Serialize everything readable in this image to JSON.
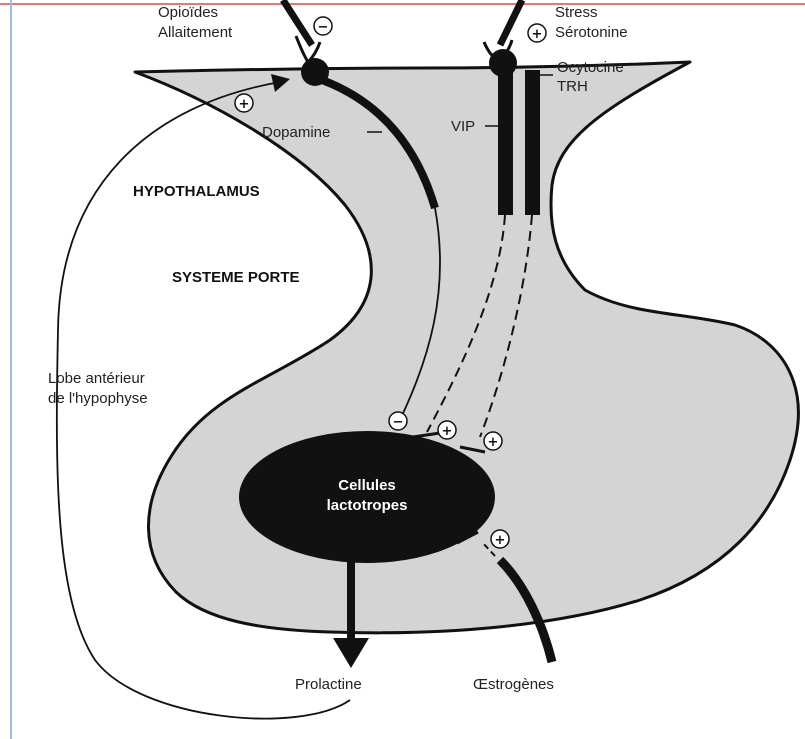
{
  "colors": {
    "frame_top": "#e04848",
    "frame_left": "#9fbfe0",
    "gland_fill": "#d4d4d4",
    "ink": "#111111"
  },
  "labels": {
    "opioides": "Opioïdes",
    "allaitement": "Allaitement",
    "stress": "Stress",
    "serotonine": "Sérotonine",
    "ocytocine": "Ocytocine",
    "trh": "TRH",
    "dopamine": "Dopamine",
    "vip": "VIP",
    "hypothalamus": "HYPOTHALAMUS",
    "systeme_porte": "SYSTEME PORTE",
    "lobe_line1": "Lobe antérieur",
    "lobe_line2": "de l'hypophyse",
    "cellules_line1": "Cellules",
    "cellules_line2": "lactotropes",
    "prolactine": "Prolactine",
    "oestrogenes": "Œstrogènes"
  },
  "signs": {
    "opioides": "−",
    "stress": "+",
    "feedback": "+",
    "dopamine_end": "−",
    "vip_end": "+",
    "trh_end": "+",
    "oestrogenes_end": "+"
  }
}
